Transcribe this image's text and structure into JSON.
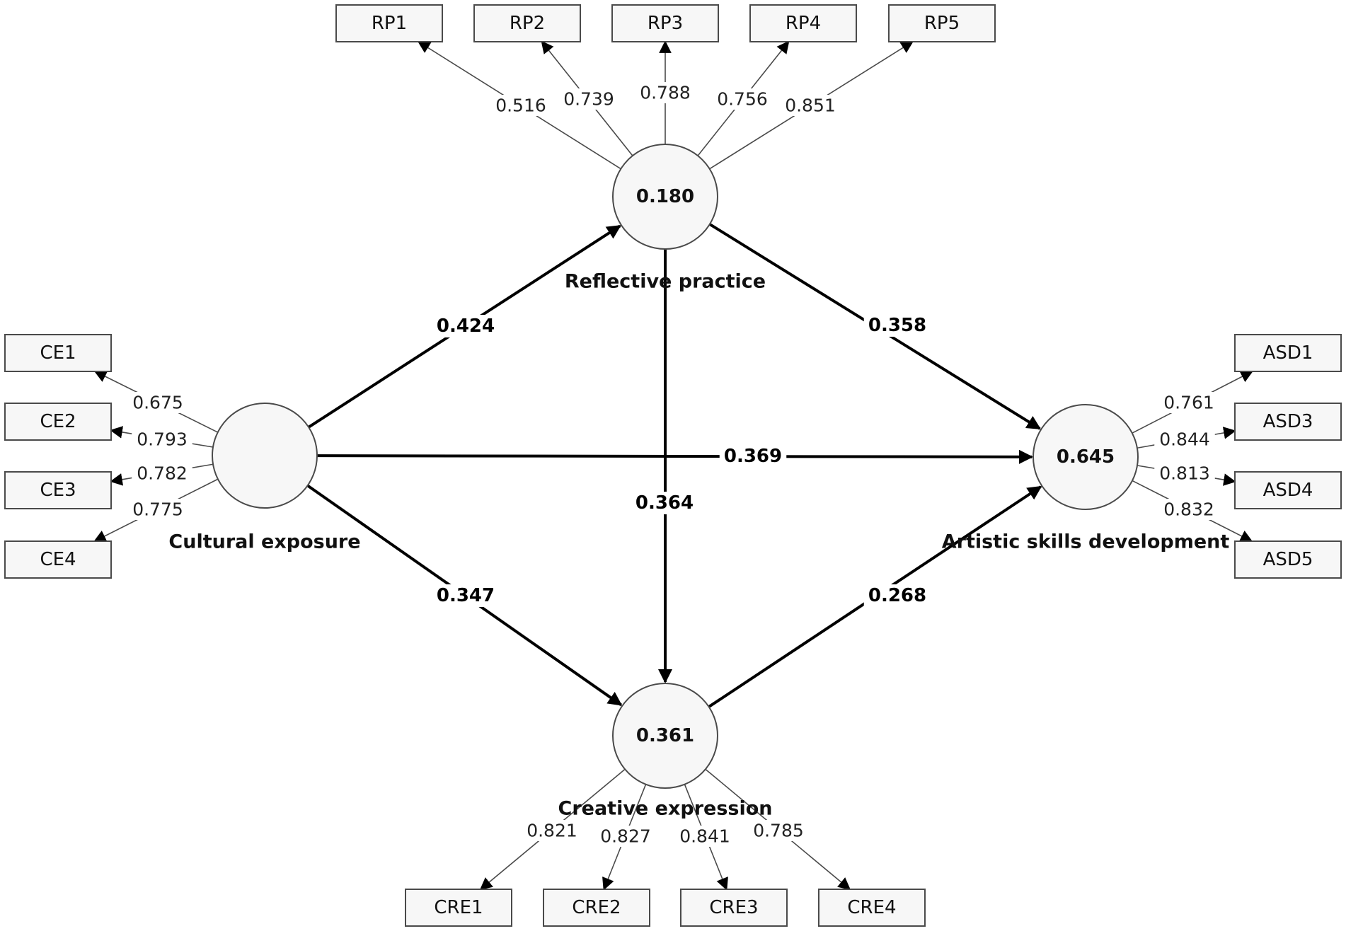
{
  "diagram": {
    "latents": [
      {
        "id": "RP",
        "label": "Reflective practice",
        "value": "0.180"
      },
      {
        "id": "CE",
        "label": "Cultural exposure",
        "value": ""
      },
      {
        "id": "ASD",
        "label": "Artistic skills development",
        "value": "0.645"
      },
      {
        "id": "CRE",
        "label": "Creative expression",
        "value": "0.361"
      }
    ],
    "indicators": [
      {
        "id": "RP1",
        "latent": "RP",
        "loading": "0.516"
      },
      {
        "id": "RP2",
        "latent": "RP",
        "loading": "0.739"
      },
      {
        "id": "RP3",
        "latent": "RP",
        "loading": "0.788"
      },
      {
        "id": "RP4",
        "latent": "RP",
        "loading": "0.756"
      },
      {
        "id": "RP5",
        "latent": "RP",
        "loading": "0.851"
      },
      {
        "id": "CE1",
        "latent": "CE",
        "loading": "0.675"
      },
      {
        "id": "CE2",
        "latent": "CE",
        "loading": "0.793"
      },
      {
        "id": "CE3",
        "latent": "CE",
        "loading": "0.782"
      },
      {
        "id": "CE4",
        "latent": "CE",
        "loading": "0.775"
      },
      {
        "id": "ASD1",
        "latent": "ASD",
        "loading": "0.761"
      },
      {
        "id": "ASD3",
        "latent": "ASD",
        "loading": "0.844"
      },
      {
        "id": "ASD4",
        "latent": "ASD",
        "loading": "0.813"
      },
      {
        "id": "ASD5",
        "latent": "ASD",
        "loading": "0.832"
      },
      {
        "id": "CRE1",
        "latent": "CRE",
        "loading": "0.821"
      },
      {
        "id": "CRE2",
        "latent": "CRE",
        "loading": "0.827"
      },
      {
        "id": "CRE3",
        "latent": "CRE",
        "loading": "0.841"
      },
      {
        "id": "CRE4",
        "latent": "CRE",
        "loading": "0.785"
      }
    ],
    "paths": [
      {
        "from": "CE",
        "to": "RP",
        "coef": "0.424"
      },
      {
        "from": "RP",
        "to": "ASD",
        "coef": "0.358"
      },
      {
        "from": "CE",
        "to": "ASD",
        "coef": "0.369"
      },
      {
        "from": "RP",
        "to": "CRE",
        "coef": "0.364"
      },
      {
        "from": "CE",
        "to": "CRE",
        "coef": "0.347"
      },
      {
        "from": "CRE",
        "to": "ASD",
        "coef": "0.268"
      }
    ]
  }
}
